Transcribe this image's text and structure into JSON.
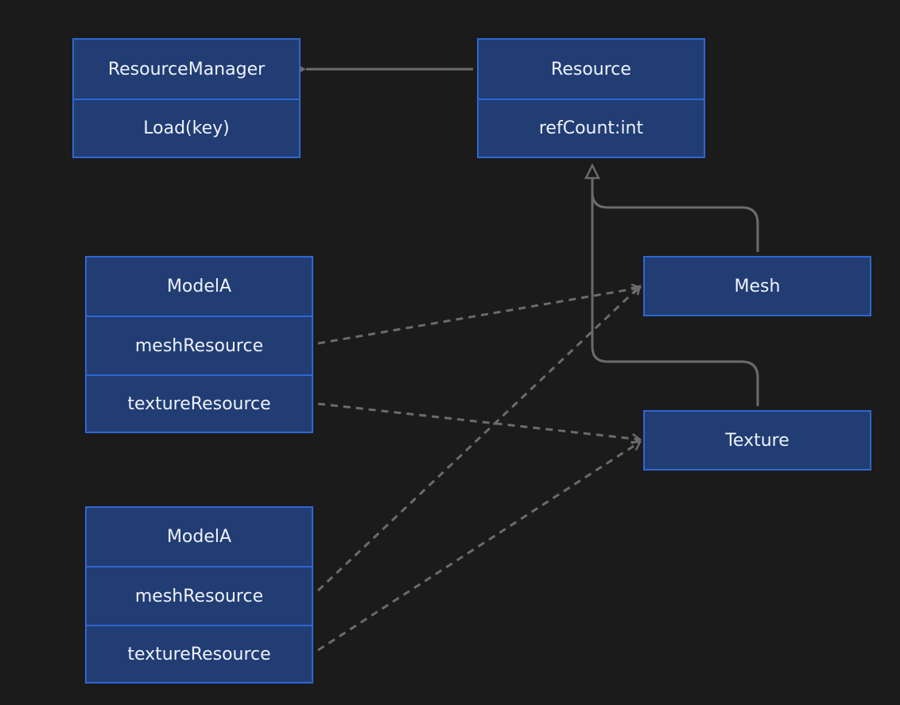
{
  "colors": {
    "background": "#1b1b1b",
    "node_fill": "#213d73",
    "node_border": "#2f66d1",
    "node_text": "#eef2fa",
    "edge": "#6b6b6b"
  },
  "nodes": {
    "resource_manager": {
      "title": "ResourceManager",
      "members": [
        "Load(key)"
      ]
    },
    "resource": {
      "title": "Resource",
      "members": [
        "refCount:int"
      ]
    },
    "model_a_1": {
      "title": "ModelA",
      "members": [
        "meshResource",
        "textureResource"
      ]
    },
    "mesh": {
      "title": "Mesh",
      "members": []
    },
    "texture": {
      "title": "Texture",
      "members": []
    },
    "model_a_2": {
      "title": "ModelA",
      "members": [
        "meshResource",
        "textureResource"
      ]
    }
  },
  "edges": [
    {
      "from": "resource",
      "to": "resource_manager",
      "type": "composition"
    },
    {
      "from": "mesh",
      "to": "resource",
      "type": "inheritance"
    },
    {
      "from": "texture",
      "to": "resource",
      "type": "inheritance"
    },
    {
      "from": "model_a_1.meshResource",
      "to": "mesh",
      "type": "dependency"
    },
    {
      "from": "model_a_1.textureResource",
      "to": "texture",
      "type": "dependency"
    },
    {
      "from": "model_a_2.meshResource",
      "to": "mesh",
      "type": "dependency"
    },
    {
      "from": "model_a_2.textureResource",
      "to": "texture",
      "type": "dependency"
    }
  ]
}
